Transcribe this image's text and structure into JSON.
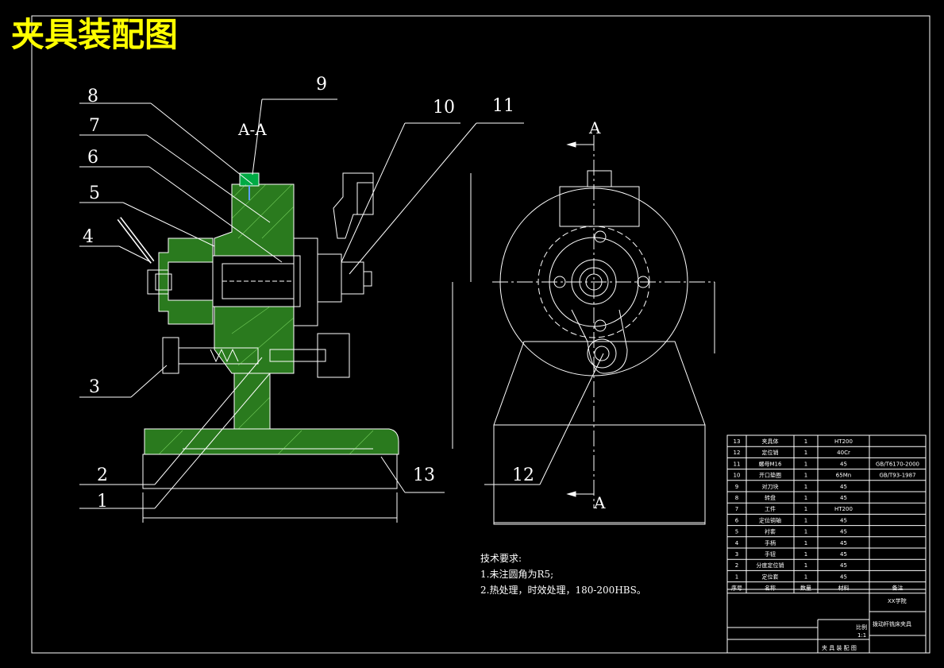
{
  "title": "夹具装配图",
  "section_label": "A-A",
  "view_label_top": "A",
  "view_label_bottom": "A",
  "balloons": [
    "1",
    "2",
    "3",
    "4",
    "5",
    "6",
    "7",
    "8",
    "9",
    "10",
    "11",
    "12",
    "13"
  ],
  "tech_requirements": {
    "heading": "技术要求:",
    "line1": "1.未注圆角为R5;",
    "line2": "2.热处理，时效处理，180-200HBS。"
  },
  "bom": {
    "rows": [
      {
        "no": "13",
        "name": "夹具体",
        "qty": "1",
        "material": "HT200",
        "note": ""
      },
      {
        "no": "12",
        "name": "定位销",
        "qty": "1",
        "material": "40Cr",
        "note": ""
      },
      {
        "no": "11",
        "name": "螺母M16",
        "qty": "1",
        "material": "45",
        "note": "GB/T6170-2000"
      },
      {
        "no": "10",
        "name": "开口垫圈",
        "qty": "1",
        "material": "65Mn",
        "note": "GB/T93-1987"
      },
      {
        "no": "9",
        "name": "对刀块",
        "qty": "1",
        "material": "45",
        "note": ""
      },
      {
        "no": "8",
        "name": "转盘",
        "qty": "1",
        "material": "45",
        "note": ""
      },
      {
        "no": "7",
        "name": "工件",
        "qty": "1",
        "material": "HT200",
        "note": ""
      },
      {
        "no": "6",
        "name": "定位销轴",
        "qty": "1",
        "material": "45",
        "note": ""
      },
      {
        "no": "5",
        "name": "衬套",
        "qty": "1",
        "material": "45",
        "note": ""
      },
      {
        "no": "4",
        "name": "手柄",
        "qty": "1",
        "material": "45",
        "note": ""
      },
      {
        "no": "3",
        "name": "手钮",
        "qty": "1",
        "material": "45",
        "note": ""
      },
      {
        "no": "2",
        "name": "分度定位销",
        "qty": "1",
        "material": "45",
        "note": ""
      },
      {
        "no": "1",
        "name": "定位套",
        "qty": "1",
        "material": "45",
        "note": ""
      }
    ],
    "header": {
      "no": "序号",
      "name": "名称",
      "qty": "数量",
      "material": "材料",
      "note": "备注"
    },
    "company": "XX学院",
    "drawing_name": "拨动杆铣床夹具",
    "scale_label": "比例",
    "scale": "1:1",
    "footer": "夹 具 装 配 图"
  },
  "colors": {
    "lines": "#ffffff",
    "section": "#2a7a1e",
    "hatch": "#a0ff80",
    "title": "#ffff00"
  }
}
